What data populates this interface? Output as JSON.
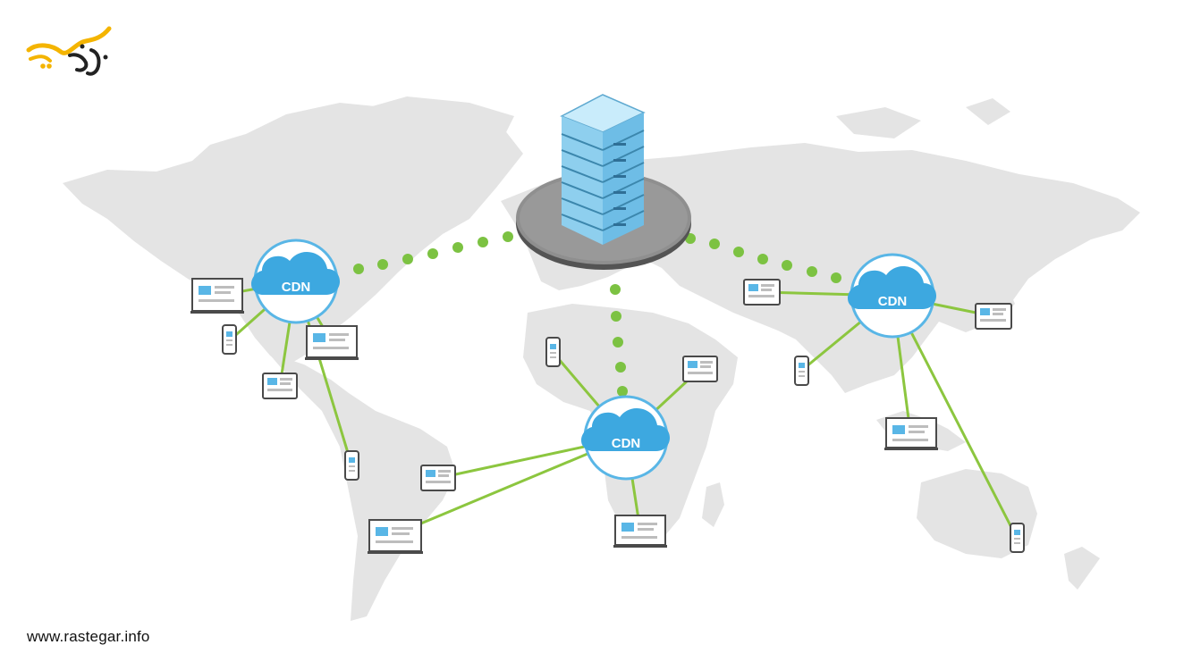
{
  "brand": {
    "logo_icon": "rastegar-calligraphy-logo",
    "website": "www.rastegar.info"
  },
  "diagram": {
    "cdn_label": "CDN",
    "colors": {
      "map": "#e4e4e4",
      "link": "#8cc63f",
      "dots": "#7cc242",
      "node_ring": "#59b6e6",
      "cloud": "#3da8e0",
      "platform": "#8f8f8f",
      "server": "#a9dcf5"
    }
  }
}
